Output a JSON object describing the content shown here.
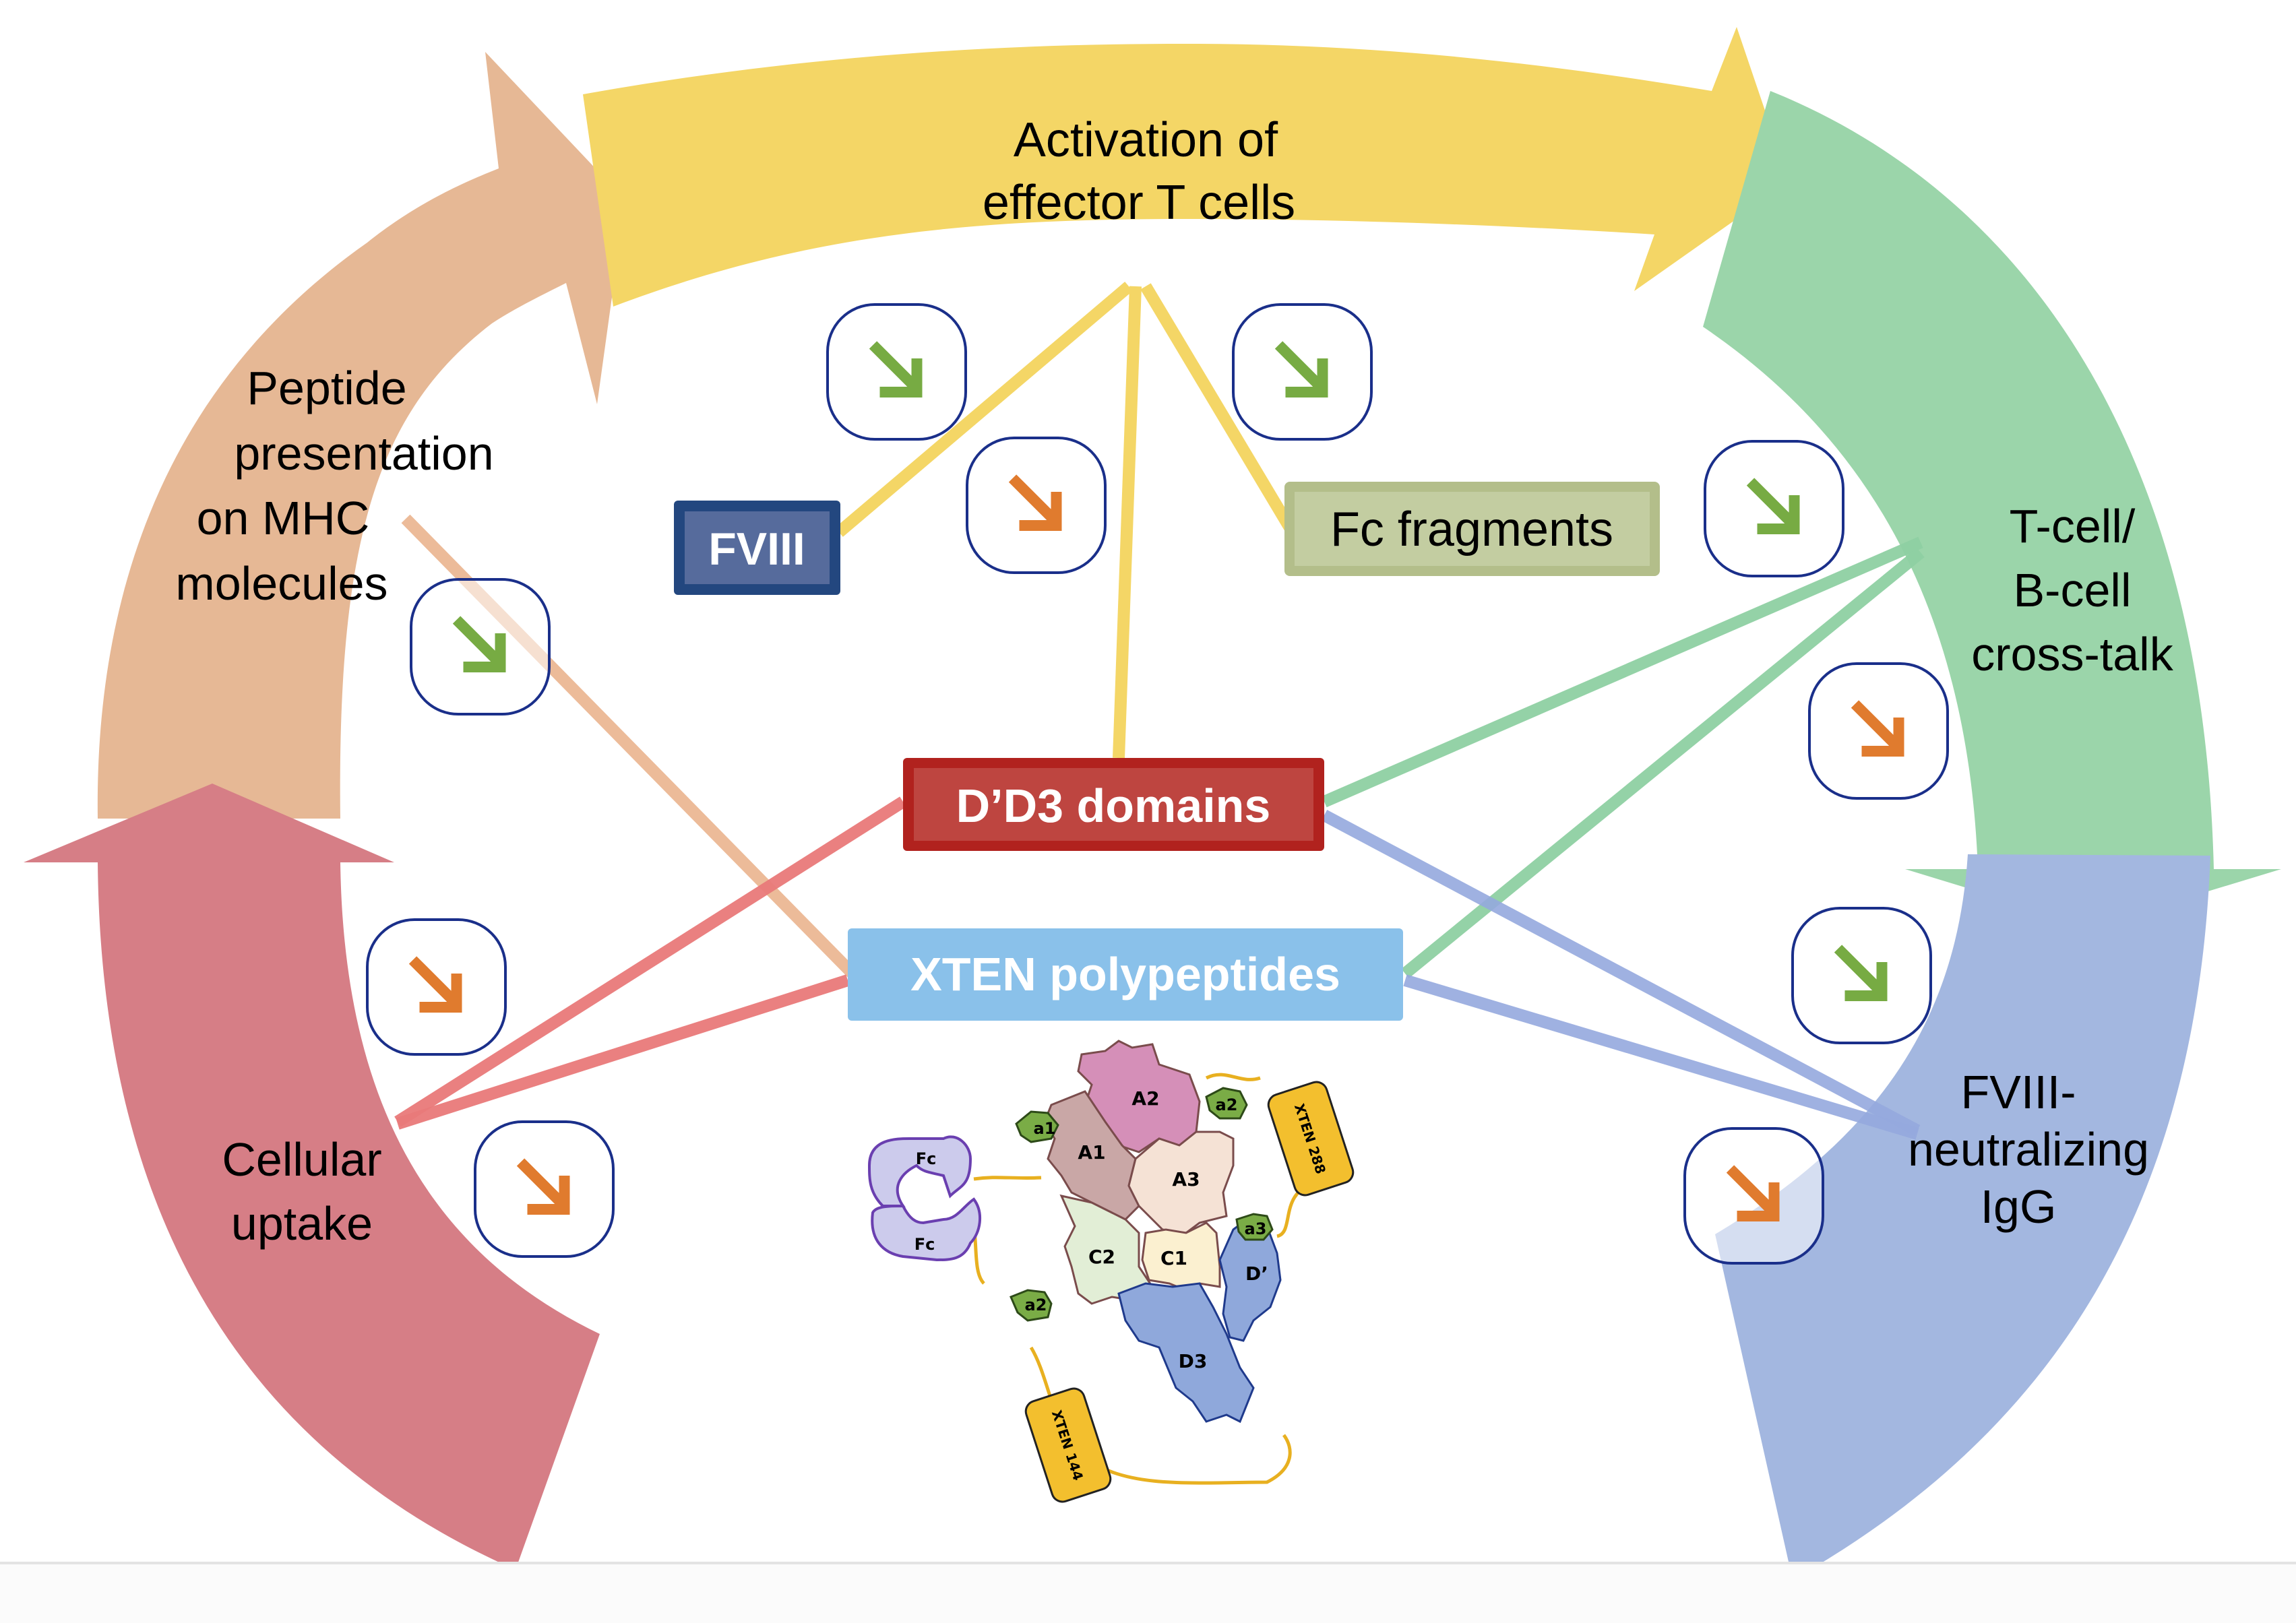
{
  "cycle_steps": [
    {
      "id": "activation",
      "lines": [
        "Activation of",
        "effector T cells"
      ],
      "color": "#f4d666"
    },
    {
      "id": "crosstalk",
      "lines": [
        "T-cell/",
        "B-cell",
        "cross-talk"
      ],
      "color": "#9bd5aa"
    },
    {
      "id": "igg",
      "lines": [
        "FVIII-",
        "neutralizing",
        "IgG"
      ],
      "color": "#a3b7e0"
    },
    {
      "id": "uptake",
      "lines": [
        "Cellular",
        "uptake"
      ],
      "color": "#d67e86"
    },
    {
      "id": "mhc",
      "lines": [
        "Peptide",
        "presentation",
        "on MHC",
        "molecules"
      ],
      "color": "#e6b895"
    }
  ],
  "components": {
    "fviii": {
      "label": "FVIII",
      "fill": "#566b9c",
      "border": "#23477f",
      "text_color": "#ffffff"
    },
    "fc": {
      "label": "Fc fragments",
      "fill": "#c3cda1",
      "border": "#b3be8a",
      "text_color": "#000000"
    },
    "dd3": {
      "label": "D’D3 domains",
      "fill": "#be4540",
      "border": "#b1221e",
      "text_color": "#ffffff"
    },
    "xten": {
      "label": "XTEN polypeptides",
      "fill": "#8ac1ea",
      "border": "#8ac1ea",
      "text_color": "#ffffff"
    }
  },
  "connector_colors": {
    "activation": "#f4d666",
    "crosstalk": "#8fd0a3",
    "igg": "#95a9de",
    "uptake": "#e97a7a",
    "mhc": "#ebb48e"
  },
  "trend_badges": [
    {
      "id": "fviii-activation",
      "icon": "down-right-arrow",
      "color": "#77ab43",
      "meaning": "decrease"
    },
    {
      "id": "dd3-activation",
      "icon": "down-right-arrow",
      "color": "#e07b2e",
      "meaning": "decrease"
    },
    {
      "id": "fc-activation",
      "icon": "down-right-arrow",
      "color": "#77ab43",
      "meaning": "decrease"
    },
    {
      "id": "dd3-crosstalk",
      "icon": "down-right-arrow",
      "color": "#77ab43",
      "meaning": "decrease"
    },
    {
      "id": "xten-crosstalk",
      "icon": "down-right-arrow",
      "color": "#e07b2e",
      "meaning": "decrease"
    },
    {
      "id": "dd3-igg",
      "icon": "down-right-arrow",
      "color": "#77ab43",
      "meaning": "decrease"
    },
    {
      "id": "xten-igg",
      "icon": "down-right-arrow",
      "color": "#e07b2e",
      "meaning": "decrease"
    },
    {
      "id": "xten-mhc",
      "icon": "down-right-arrow",
      "color": "#77ab43",
      "meaning": "decrease"
    },
    {
      "id": "dd3-uptake",
      "icon": "down-right-arrow",
      "color": "#e07b2e",
      "meaning": "decrease"
    },
    {
      "id": "xten-uptake",
      "icon": "down-right-arrow",
      "color": "#e07b2e",
      "meaning": "decrease"
    }
  ],
  "badge_border_color": "#1a2f8a",
  "molecule": {
    "domains": [
      {
        "label": "A1",
        "fill": "#c9a7a6"
      },
      {
        "label": "A2",
        "fill": "#d58fb8"
      },
      {
        "label": "A3",
        "fill": "#f5e2d5"
      },
      {
        "label": "C1",
        "fill": "#fbf0d0"
      },
      {
        "label": "C2",
        "fill": "#e2eed6"
      },
      {
        "label": "D’",
        "fill": "#8fa8db"
      },
      {
        "label": "D3",
        "fill": "#8fa8db"
      }
    ],
    "acidic_regions": [
      {
        "label": "a1",
        "fill": "#7aac46"
      },
      {
        "label": "a2",
        "fill": "#7aac46"
      },
      {
        "label": "a3",
        "fill": "#7aac46"
      },
      {
        "label": "a2",
        "fill": "#7aac46"
      }
    ],
    "fc_units": [
      {
        "label": "Fc",
        "fill": "#cccbec"
      },
      {
        "label": "Fc",
        "fill": "#cccbec"
      }
    ],
    "xten_tags": [
      {
        "label": "XTEN 288",
        "fill": "#f3bf2e"
      },
      {
        "label": "XTEN 144",
        "fill": "#f3bf2e"
      }
    ]
  }
}
